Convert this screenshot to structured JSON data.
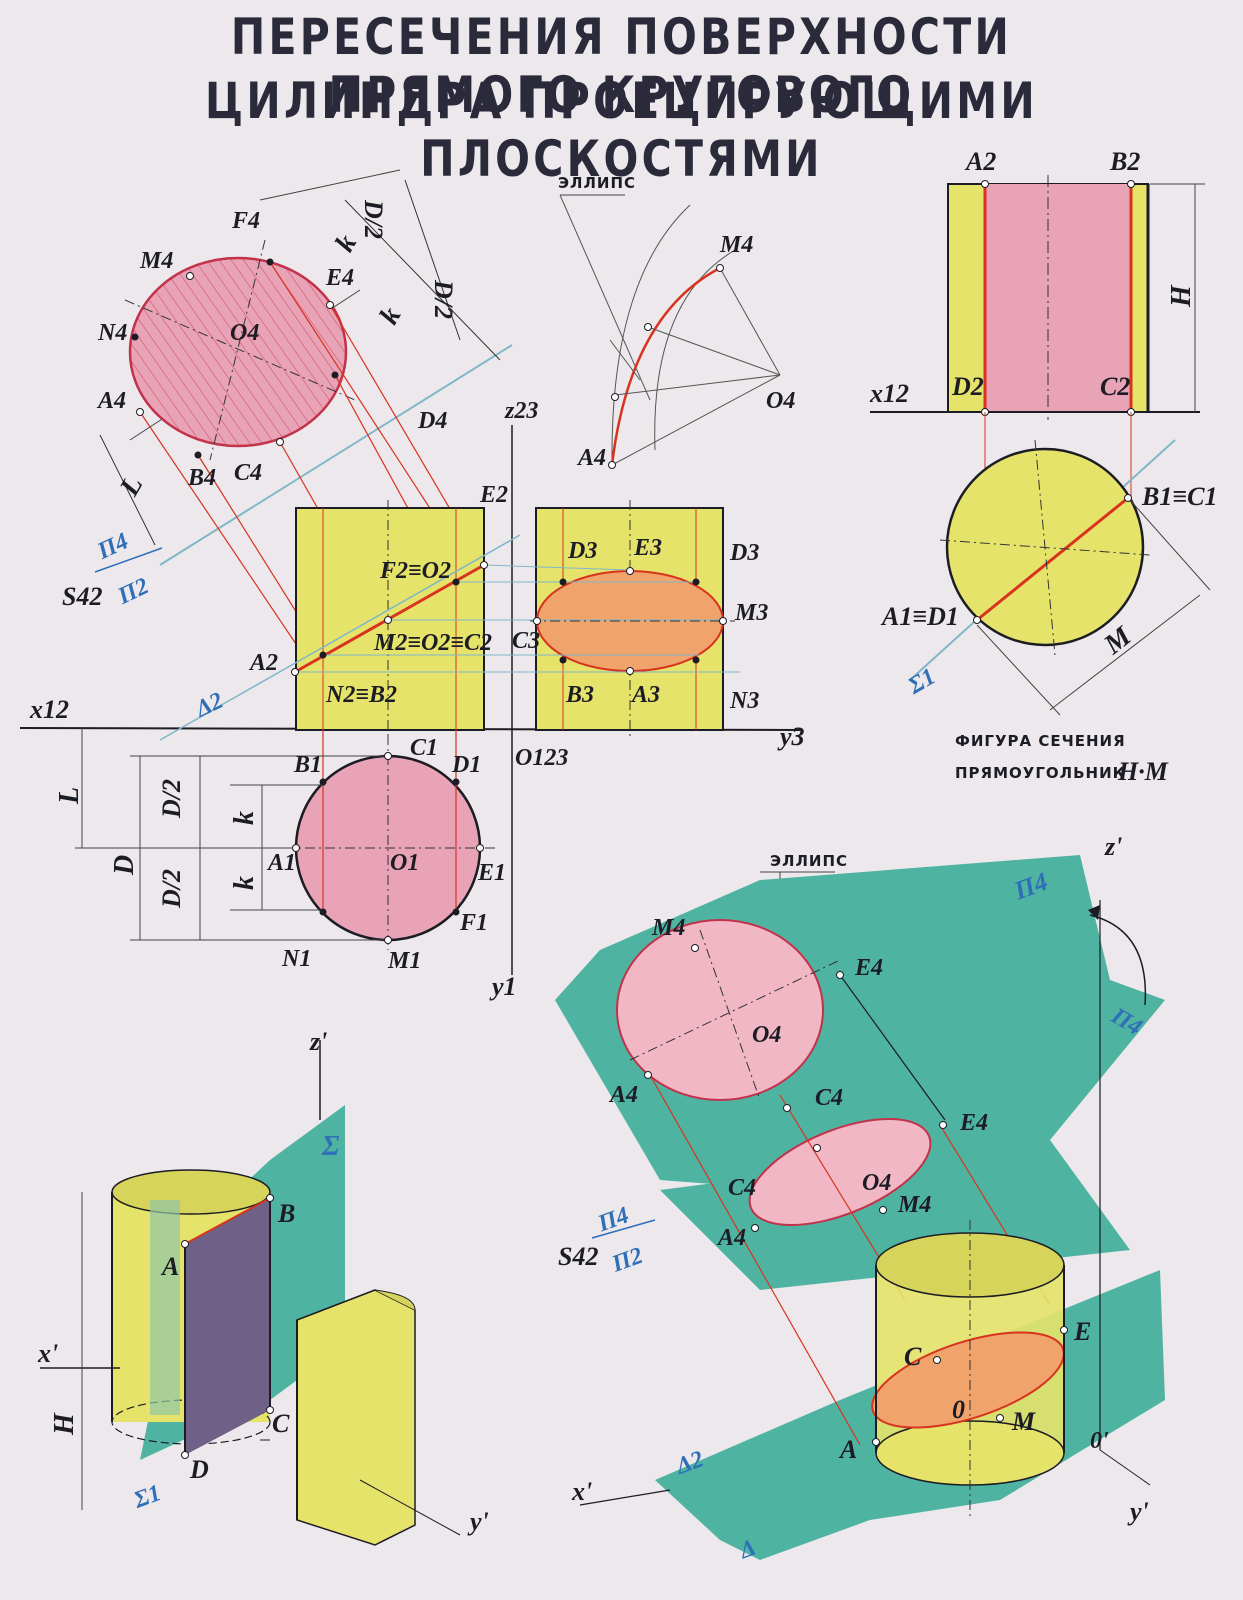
{
  "title": {
    "line1": "ПЕРЕСЕЧЕНИЯ ПОВЕРХНОСТИ ПРЯМОГО КРУГОВОГО",
    "line2": "ЦИЛИНДРА ПРОЕЦИРУЮЩИМИ ПЛОСКОСТЯМИ"
  },
  "captions": {
    "ellipse_top": "ЭЛЛИПС",
    "ellipse_bottom": "ЭЛЛИПС",
    "section_figure_1": "ФИГУРА СЕЧЕНИЯ",
    "section_figure_2": "ПРЯМОУГОЛЬНИК",
    "section_figure_formula": "H·M"
  },
  "labels": {
    "F4": "F4",
    "M4": "M4",
    "E4": "E4",
    "N4": "N4",
    "O4": "O4",
    "A4": "A4",
    "B4": "B4",
    "C4": "C4",
    "D4": "D4",
    "dim_L": "L",
    "dim_k1": "k",
    "dim_k2": "k",
    "dim_D2a": "D/2",
    "dim_D2b": "D/2",
    "S42": "S42",
    "Pi4": "П4",
    "Pi2": "П2",
    "z23": "z23",
    "E2": "E2",
    "F2O2": "F2≡O2",
    "M2O2C2": "M2≡O2≡C2",
    "A2": "A2",
    "N2B2": "N2≡B2",
    "Delta2": "Δ2",
    "x12": "x12",
    "O123": "O123",
    "y3": "y3",
    "D3a": "D3",
    "E3": "E3",
    "D3b": "D3",
    "M3": "M3",
    "C3": "C3",
    "B3": "B3",
    "A3": "A3",
    "N3": "N3",
    "ell_M4": "M4",
    "ell_O4": "O4",
    "ell_A4": "A4",
    "A2r": "A2",
    "B2r": "B2",
    "Hr": "H",
    "x12r": "x12",
    "D2r": "D2",
    "C2r": "C2",
    "B1C1": "B1≡C1",
    "A1D1": "A1≡D1",
    "Mr": "M",
    "Sigma1r": "Σ1",
    "L": "L",
    "D": "D",
    "D2c": "D/2",
    "D2d": "D/2",
    "kc": "k",
    "kd": "k",
    "B1": "B1",
    "C1": "C1",
    "D1": "D1",
    "A1": "A1",
    "O1": "O1",
    "E1": "E1",
    "F1": "F1",
    "N1": "N1",
    "M1": "M1",
    "y1": "y1",
    "zl": "z'",
    "Sigma": "Σ",
    "B": "B",
    "A": "A",
    "xl": "x'",
    "Hl": "H",
    "C": "C",
    "Dl": "D",
    "Sigma1": "Σ1",
    "yl": "y'",
    "zr": "z'",
    "Pi4a": "П4",
    "Pi4b": "П4",
    "iso_M4": "M4",
    "iso_E4": "E4",
    "iso_O4": "O4",
    "iso_A4": "A4",
    "iso_C4": "C4",
    "iso_E4b": "E4",
    "iso_C4b": "C4",
    "iso_O4b": "O4",
    "iso_M4b": "M4",
    "iso_A4b": "A4",
    "S42b": "S42",
    "Pi4c": "П4",
    "Pi2c": "П2",
    "iso_C": "C",
    "iso_E": "E",
    "iso_O": "0",
    "iso_M": "M",
    "iso_A": "A",
    "iso_O1": "0'",
    "iso_Delta2": "Δ2",
    "iso_xl": "x'",
    "iso_Delta": "Δ",
    "iso_yl": "y'"
  },
  "colors": {
    "pink": "#e9a3b6",
    "pink_edge": "#c2324a",
    "yellow": "#e6e36a",
    "teal": "#4fb3a2",
    "red_line": "#d8331f",
    "ink": "#1c1c24",
    "blue_label": "#2f6fb8"
  }
}
